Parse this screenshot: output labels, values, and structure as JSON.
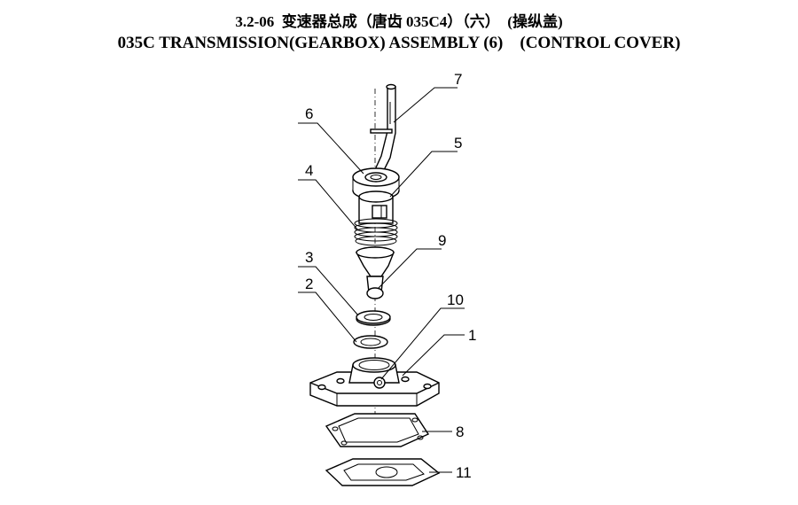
{
  "title": {
    "line1": "3.2-06  变速器总成（唐齿 035C4）（六）  (操纵盖)",
    "line2": "035C TRANSMISSION(GEARBOX) ASSEMBLY (6)    (CONTROL COVER)"
  },
  "callouts": [
    "1",
    "2",
    "3",
    "4",
    "5",
    "6",
    "7",
    "8",
    "9",
    "10",
    "11"
  ]
}
